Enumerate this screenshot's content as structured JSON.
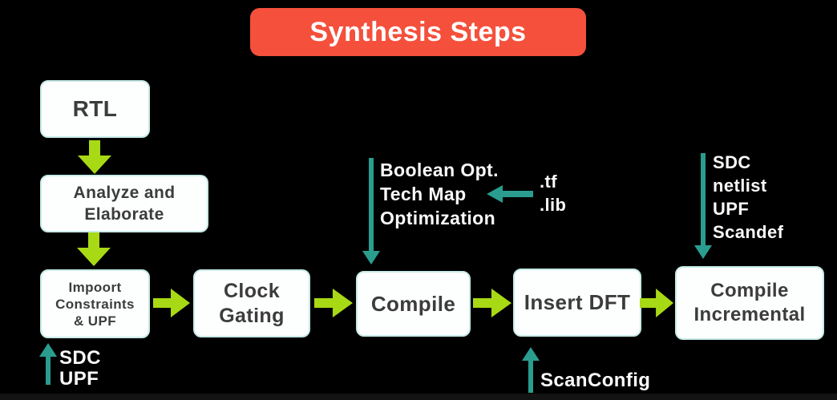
{
  "title": "Synthesis Steps",
  "colors": {
    "background": "#000000",
    "title_bg": "#f4503c",
    "title_text": "#ffffff",
    "box_bg": "#fdfefe",
    "box_border": "#c7ebe7",
    "box_text": "#3c3c3c",
    "flow_arrow": "#a8d915",
    "annotation_arrow": "#2a9d8f",
    "annotation_text": "#fafafa"
  },
  "flow_boxes": {
    "rtl": {
      "label": "RTL"
    },
    "analyze_elaborate": {
      "lines": [
        "Analyze and",
        "Elaborate"
      ]
    },
    "import_constraints": {
      "lines": [
        "Impoort",
        "Constraints",
        "& UPF"
      ]
    },
    "clock_gating": {
      "lines": [
        "Clock",
        "Gating"
      ]
    },
    "compile": {
      "label": "Compile"
    },
    "insert_dft": {
      "label": "Insert DFT"
    },
    "compile_incremental": {
      "lines": [
        "Compile",
        "Incremental"
      ]
    }
  },
  "annotations": {
    "sdc_upf_input": {
      "lines": [
        "SDC",
        "UPF"
      ]
    },
    "compile_inputs": {
      "lines": [
        "Boolean Opt.",
        "Tech Map",
        "Optimization"
      ]
    },
    "tf_lib_files": {
      "lines": [
        ".tf",
        ".lib"
      ]
    },
    "incremental_inputs": {
      "lines": [
        "SDC",
        "netlist",
        "UPF",
        "Scandef"
      ]
    },
    "scan_config": {
      "label": "ScanConfig"
    }
  }
}
